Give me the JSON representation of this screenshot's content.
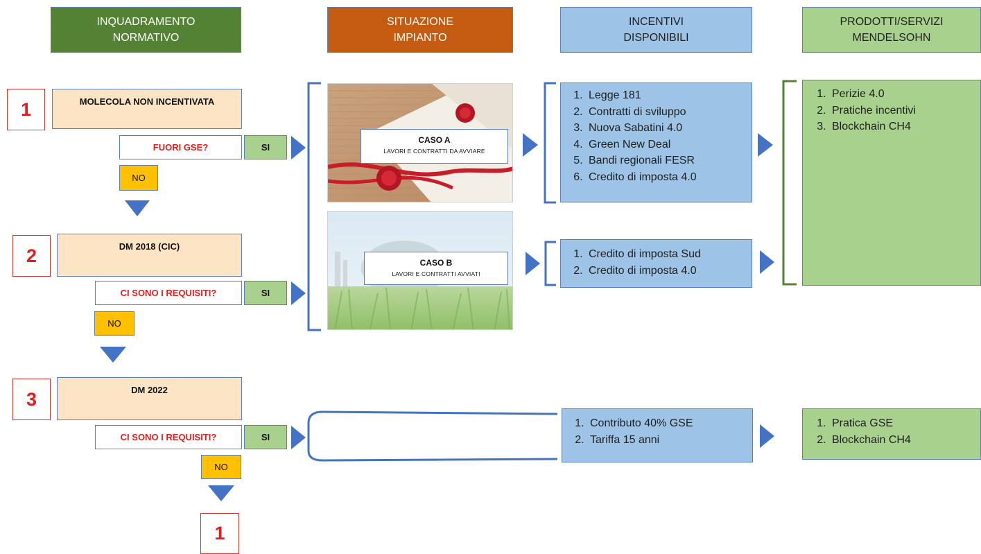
{
  "headers": {
    "normativo": "INQUADRAMENTO\nNORMATIVO",
    "impianto": "SITUAZIONE\nIMPIANTO",
    "incentivi": "INCENTIVI\nDISPONIBILI",
    "prodotti": "PRODOTTI/SERVIZI\nMENDELSOHN"
  },
  "steps": [
    {
      "number": "1",
      "title": "MOLECOLA NON INCENTIVATA",
      "question": "FUORI GSE?",
      "yes": "SI",
      "no": "NO"
    },
    {
      "number": "2",
      "title": "DM 2018 (CIC)",
      "question": "CI SONO I REQUISITI?",
      "yes": "SI",
      "no": "NO"
    },
    {
      "number": "3",
      "title": "DM 2022",
      "question": "CI SONO I REQUISITI?",
      "yes": "SI",
      "no": "NO"
    }
  ],
  "final_number": "1",
  "casi": [
    {
      "title": "CASO A",
      "subtitle": "LAVORI E CONTRATTI DA AVVIARE"
    },
    {
      "title": "CASO B",
      "subtitle": "LAVORI E CONTRATTI AVVIATI"
    }
  ],
  "incentivi_a": [
    "Legge 181",
    "Contratti di sviluppo",
    "Nuova Sabatini 4.0",
    "Green New Deal",
    "Bandi regionali FESR",
    "Credito di imposta 4.0"
  ],
  "incentivi_b": [
    "Credito di imposta Sud",
    "Credito di imposta 4.0"
  ],
  "incentivi_dm2022": [
    "Contributo 40% GSE",
    "Tariffa 15 anni"
  ],
  "prodotti_main": [
    "Perizie 4.0",
    "Pratiche incentivi",
    "Blockchain CH4"
  ],
  "prodotti_dm2022": [
    "Pratica GSE",
    "Blockchain CH4"
  ],
  "colors": {
    "arrow": "#4472c4",
    "bracket_blue": "#4472c4",
    "bracket_green": "#548235",
    "number_red": "#e31d1d"
  }
}
